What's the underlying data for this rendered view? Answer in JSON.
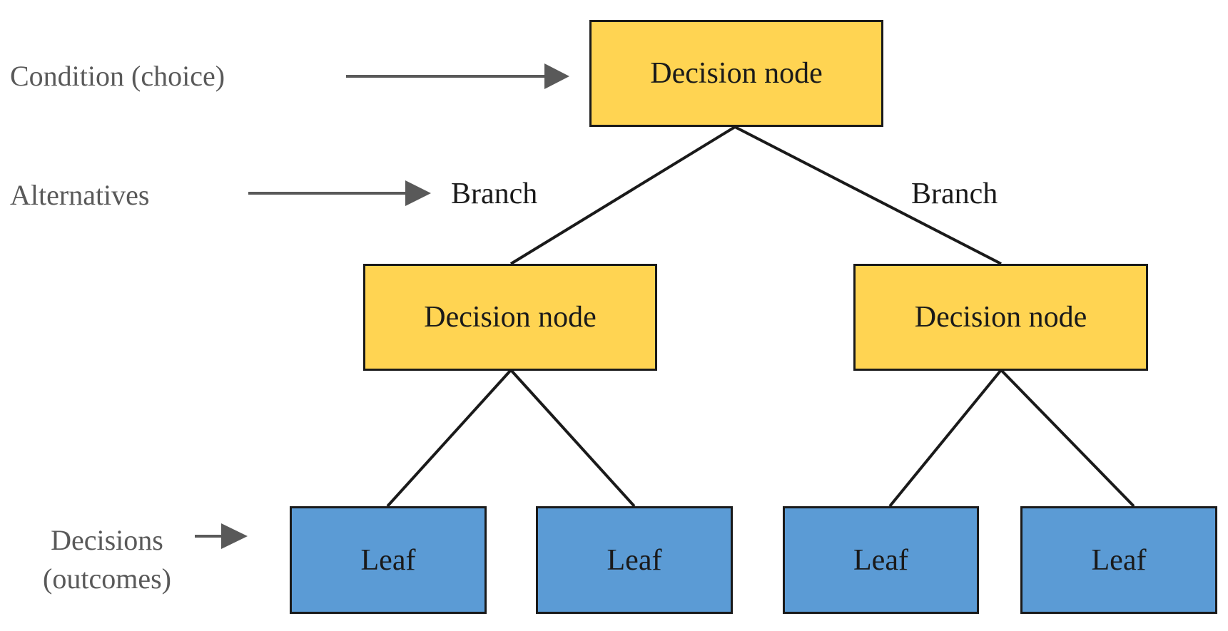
{
  "legend": {
    "condition": "Condition (choice)",
    "alternatives": "Alternatives",
    "decisions_line1": "Decisions",
    "decisions_line2": "(outcomes)"
  },
  "branches": [
    "Branch",
    "Branch"
  ],
  "nodes": {
    "root": "Decision node",
    "left": "Decision node",
    "right": "Decision node"
  },
  "leaves": [
    "Leaf",
    "Leaf",
    "Leaf",
    "Leaf"
  ],
  "colors": {
    "decision_fill": "#ffd452",
    "leaf_fill": "#5b9bd5",
    "line": "#1a1a1a",
    "arrow": "#595959",
    "legend_text": "#595959"
  }
}
